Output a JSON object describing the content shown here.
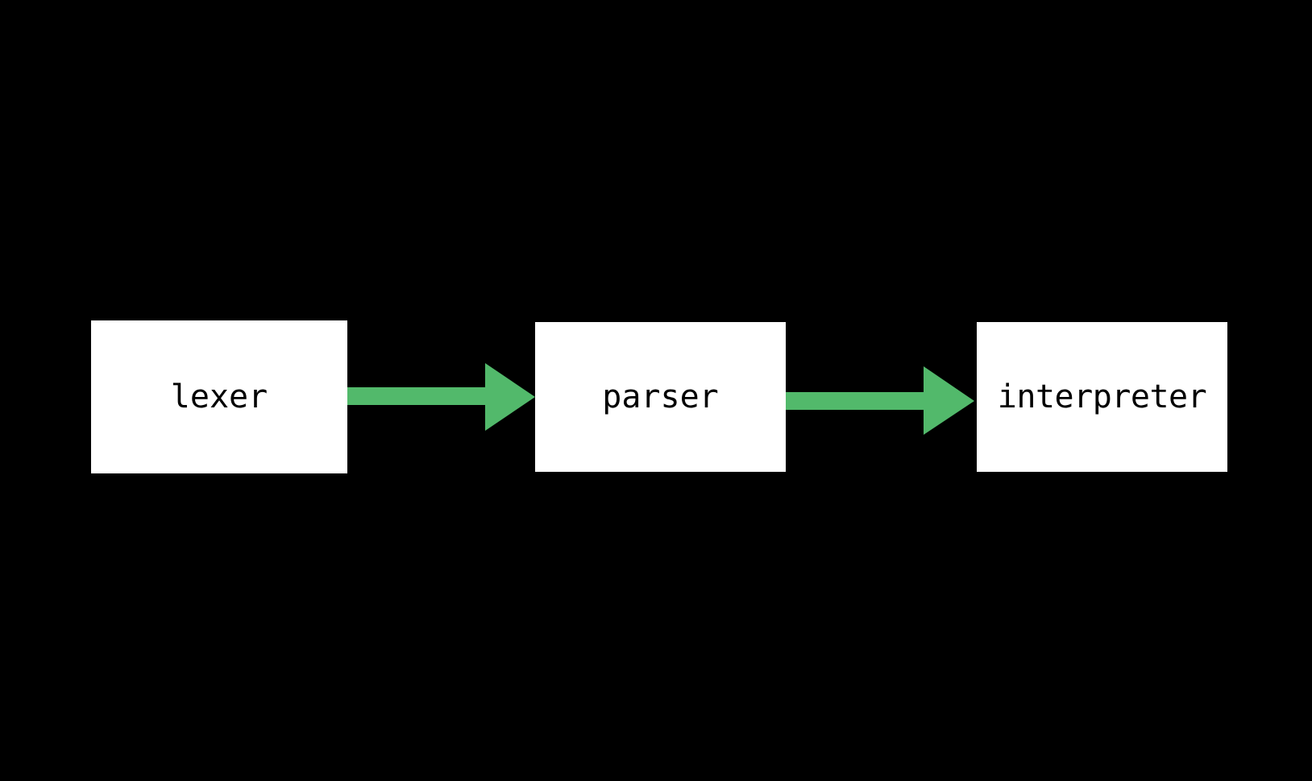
{
  "diagram": {
    "nodes": [
      {
        "id": "lexer",
        "label": "lexer"
      },
      {
        "id": "parser",
        "label": "parser"
      },
      {
        "id": "interpreter",
        "label": "interpreter"
      }
    ],
    "edges": [
      {
        "from": "lexer",
        "to": "parser"
      },
      {
        "from": "parser",
        "to": "interpreter"
      }
    ],
    "colors": {
      "background": "#000000",
      "node_fill": "#ffffff",
      "node_text": "#000000",
      "arrow": "#52b96b"
    }
  }
}
